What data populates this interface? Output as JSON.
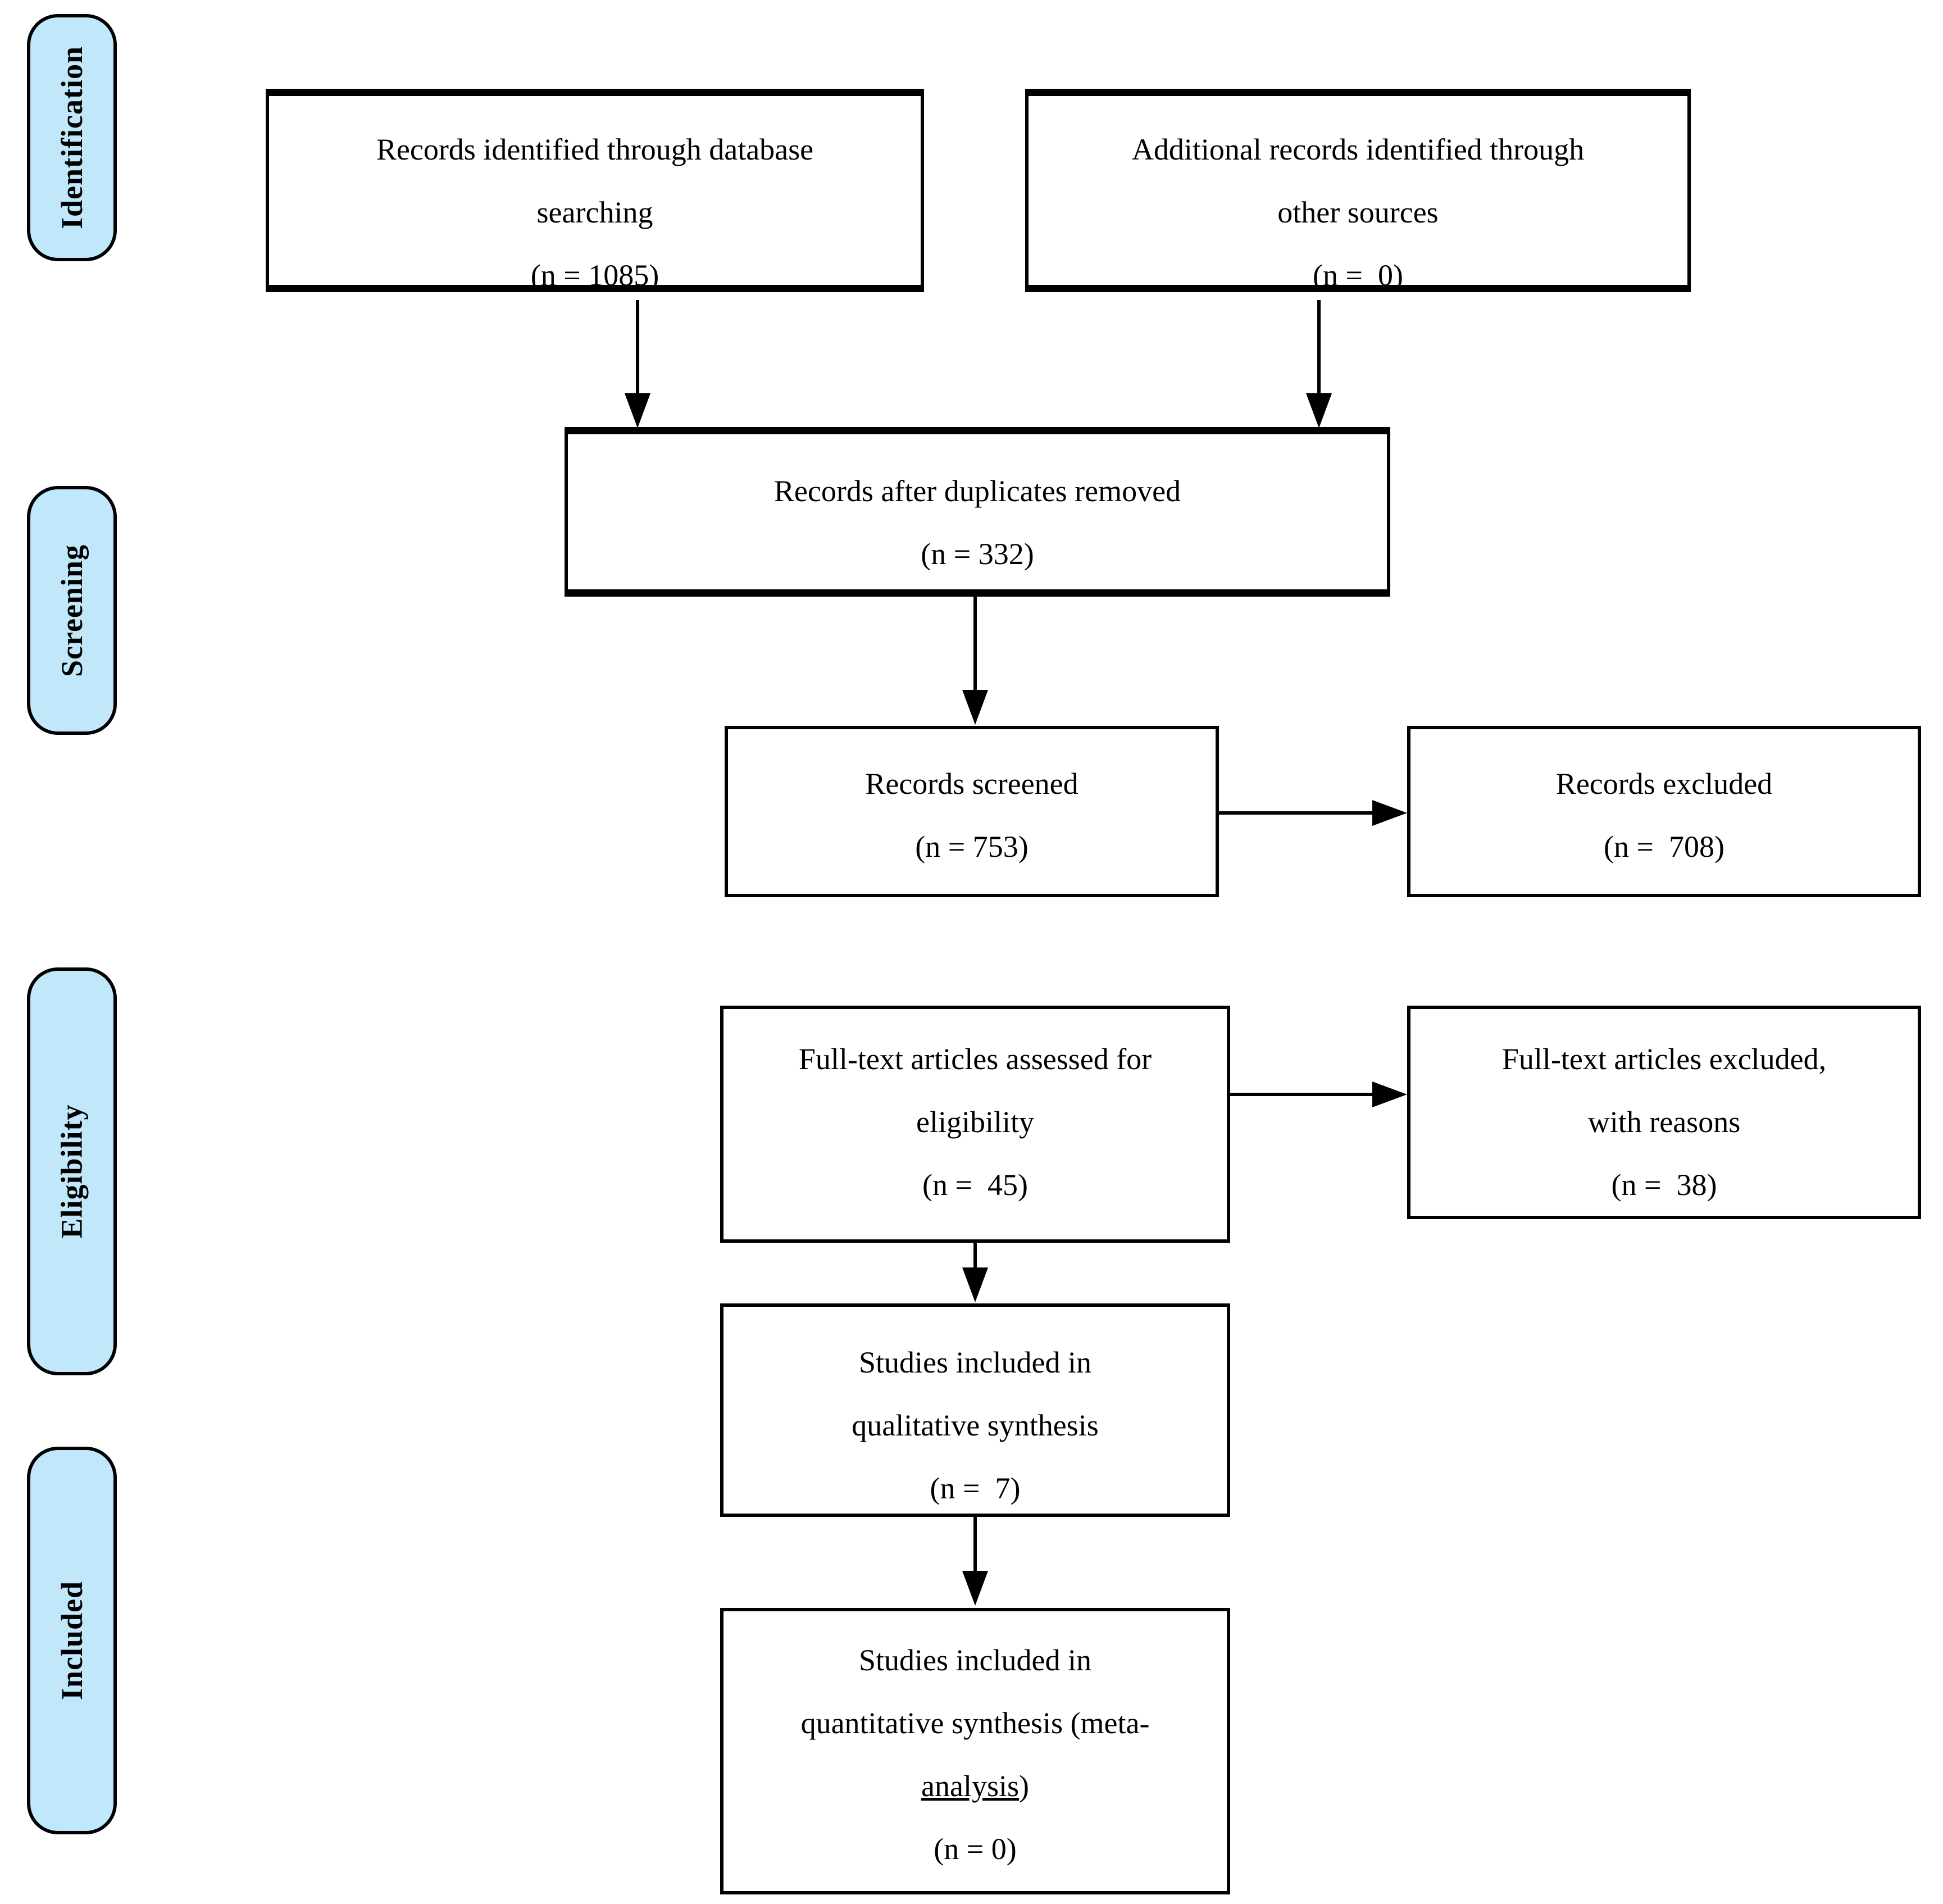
{
  "diagram": {
    "type": "prisma-flow-diagram",
    "background_color": "#ffffff",
    "stage_fill_color": "#c1e7fa",
    "line_color": "#000000"
  },
  "sidebar": {
    "stages": [
      {
        "label": "Identification"
      },
      {
        "label": "Screening"
      },
      {
        "label": "Eligibility"
      },
      {
        "label": "Included"
      }
    ]
  },
  "boxes": {
    "records_identified": {
      "lines": [
        "Records identified through database",
        "searching",
        "(n = 1085)"
      ]
    },
    "additional_records": {
      "lines": [
        "Additional records identified through",
        "other sources",
        "(n =  0)"
      ]
    },
    "after_duplicates": {
      "lines": [
        "Records after duplicates removed",
        "(n = 332)"
      ]
    },
    "records_screened": {
      "lines": [
        "Records screened",
        "(n = 753)"
      ]
    },
    "records_excluded": {
      "lines": [
        "Records excluded",
        "(n =  708)"
      ]
    },
    "fulltext_assessed": {
      "lines": [
        "Full-text articles assessed for",
        "eligibility",
        "(n =  45)"
      ]
    },
    "fulltext_excluded": {
      "lines": [
        "Full-text articles excluded,",
        "with reasons",
        "(n =  38)"
      ]
    },
    "qualitative_synthesis": {
      "lines": [
        "Studies included in",
        "qualitative synthesis",
        "(n =  7)"
      ]
    },
    "quantitative_synthesis": {
      "lines": [
        "Studies included in",
        "quantitative synthesis (meta-"
      ],
      "underlined_word": "analysis",
      "suffix": ")",
      "count_line": "(n = 0)"
    }
  }
}
